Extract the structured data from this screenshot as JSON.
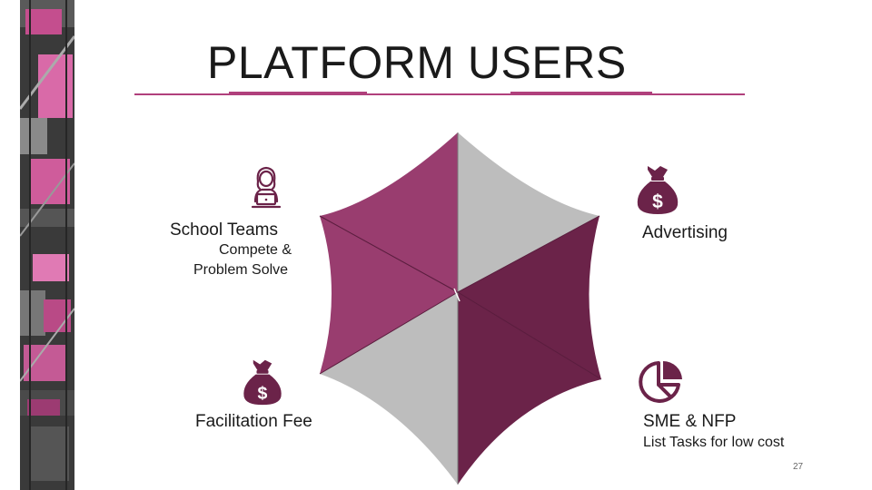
{
  "slide": {
    "title": "PLATFORM USERS",
    "page_number": "27"
  },
  "quadrants": {
    "top_left": {
      "heading": "School Teams",
      "sub_line1": "Compete &",
      "sub_line2": "Problem Solve",
      "icon": "person-laptop-icon"
    },
    "top_right": {
      "heading": "Advertising",
      "icon": "money-bag-icon"
    },
    "bottom_left": {
      "heading": "Facilitation Fee",
      "icon": "money-bag-icon"
    },
    "bottom_right": {
      "heading": "SME & NFP",
      "sub": "List Tasks for low cost",
      "icon": "pie-chart-icon"
    }
  },
  "colors": {
    "accent": "#b0407c",
    "panel_magenta": "#993d6f",
    "panel_dark": "#6b2349",
    "panel_gray": "#bdbdbd",
    "icon_fill": "#6b2349"
  }
}
